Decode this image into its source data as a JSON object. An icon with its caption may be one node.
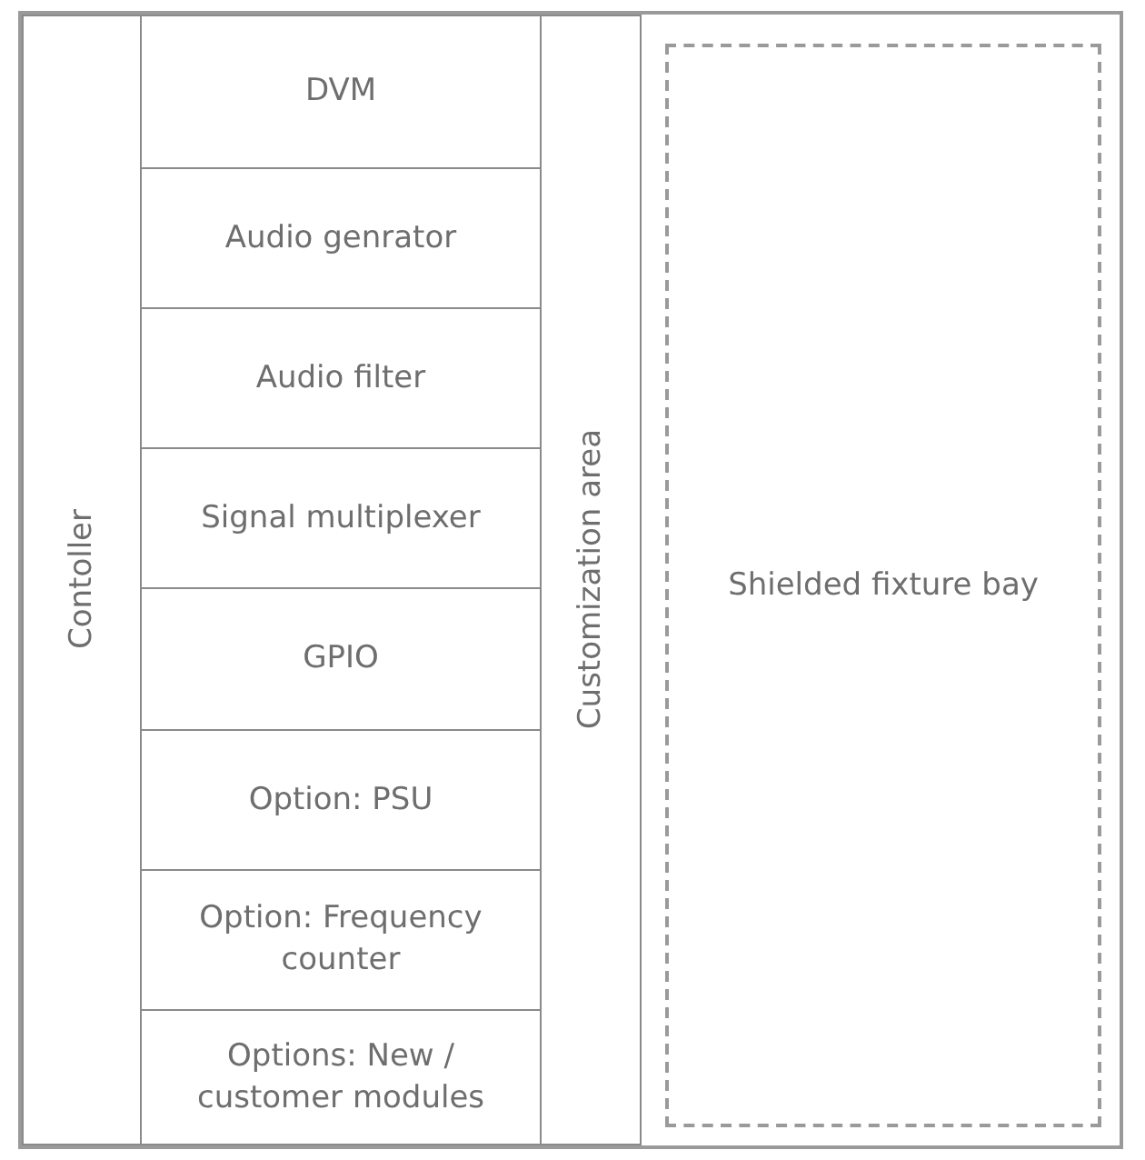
{
  "diagram": {
    "nodes": [
      {
        "text": [
          "Contoller"
        ]
      },
      {
        "text": [
          "DVM"
        ]
      },
      {
        "text": [
          "Audio genrator"
        ]
      },
      {
        "text": [
          "Audio filter"
        ]
      },
      {
        "text": [
          "Signal multiplexer"
        ]
      },
      {
        "text": [
          "GPIO"
        ]
      },
      {
        "text": [
          "Option: PSU"
        ]
      },
      {
        "text": [
          "Option: Frequency counter"
        ]
      },
      {
        "text": [
          "Options: New / customer modules"
        ]
      },
      {
        "text": [
          "Customization area"
        ]
      },
      {
        "text": [
          "Shielded fixture bay"
        ]
      }
    ],
    "edges": []
  }
}
